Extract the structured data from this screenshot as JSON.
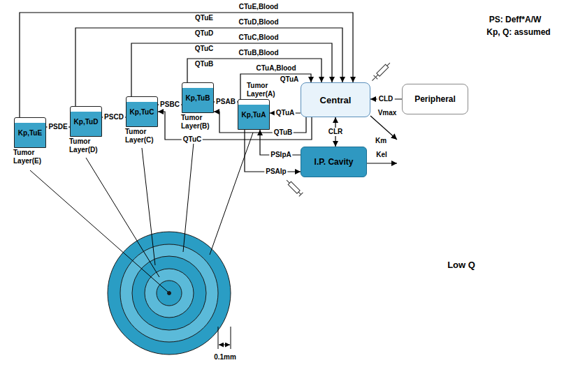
{
  "diagram": {
    "nodes": [
      {
        "text": [
          "Kp,TuE",
          "Tumor Layer(E)"
        ]
      },
      {
        "text": [
          "Kp,TuD",
          "Tumor Layer(D)"
        ]
      },
      {
        "text": [
          "Kp,TuC",
          "Tumor Layer(C)"
        ]
      },
      {
        "text": [
          "Kp,TuB",
          "Tumor Layer(B)"
        ]
      },
      {
        "text": [
          "Kp,TuA",
          "Tumor Layer(A)"
        ]
      },
      {
        "text": [
          "Central"
        ]
      },
      {
        "text": [
          "Peripheral"
        ]
      },
      {
        "text": [
          "I.P. Cavity"
        ]
      }
    ],
    "edges": [
      {
        "from": 4,
        "to": 5,
        "label": "CTuA,Blood",
        "arrow": "to"
      },
      {
        "from": 3,
        "to": 5,
        "label": "CTuB,Blood",
        "arrow": "to"
      },
      {
        "from": 2,
        "to": 5,
        "label": "CTuC,Blood",
        "arrow": "to"
      },
      {
        "from": 1,
        "to": 5,
        "label": "CTuD,Blood",
        "arrow": "to"
      },
      {
        "from": 0,
        "to": 5,
        "label": "CTuE,Blood",
        "arrow": "to"
      },
      {
        "from": 5,
        "to": 4,
        "label": "QTuA",
        "arrow": "to"
      },
      {
        "from": 5,
        "to": 3,
        "label": "QTuB",
        "arrow": "to"
      },
      {
        "from": 5,
        "to": 2,
        "label": "QTuC",
        "arrow": "to"
      },
      {
        "from": 4,
        "to": 3,
        "label": "PSAB",
        "arrow": "both"
      },
      {
        "from": 3,
        "to": 2,
        "label": "PSBC",
        "arrow": "both"
      },
      {
        "from": 2,
        "to": 1,
        "label": "PSCD",
        "arrow": "both"
      },
      {
        "from": 1,
        "to": 0,
        "label": "PSDE",
        "arrow": "both"
      },
      {
        "from": 7,
        "to": 4,
        "label": "PSIpA",
        "arrow": "to"
      },
      {
        "from": 4,
        "to": 7,
        "label": "PSAIp",
        "arrow": "to"
      },
      {
        "from": 6,
        "to": 5,
        "label": "CLD",
        "arrow": "to"
      },
      {
        "from": 5,
        "to": 7,
        "label": "CLR",
        "arrow": "both"
      }
    ],
    "labels": [
      "PS: Deff*A/W",
      "Kp, Q: assumed",
      "QTuE",
      "QTuD",
      "QTuC",
      "QTuB",
      "QTuA",
      "Vmax",
      "Km",
      "Kel",
      "Low Q",
      "0.1mm"
    ]
  }
}
